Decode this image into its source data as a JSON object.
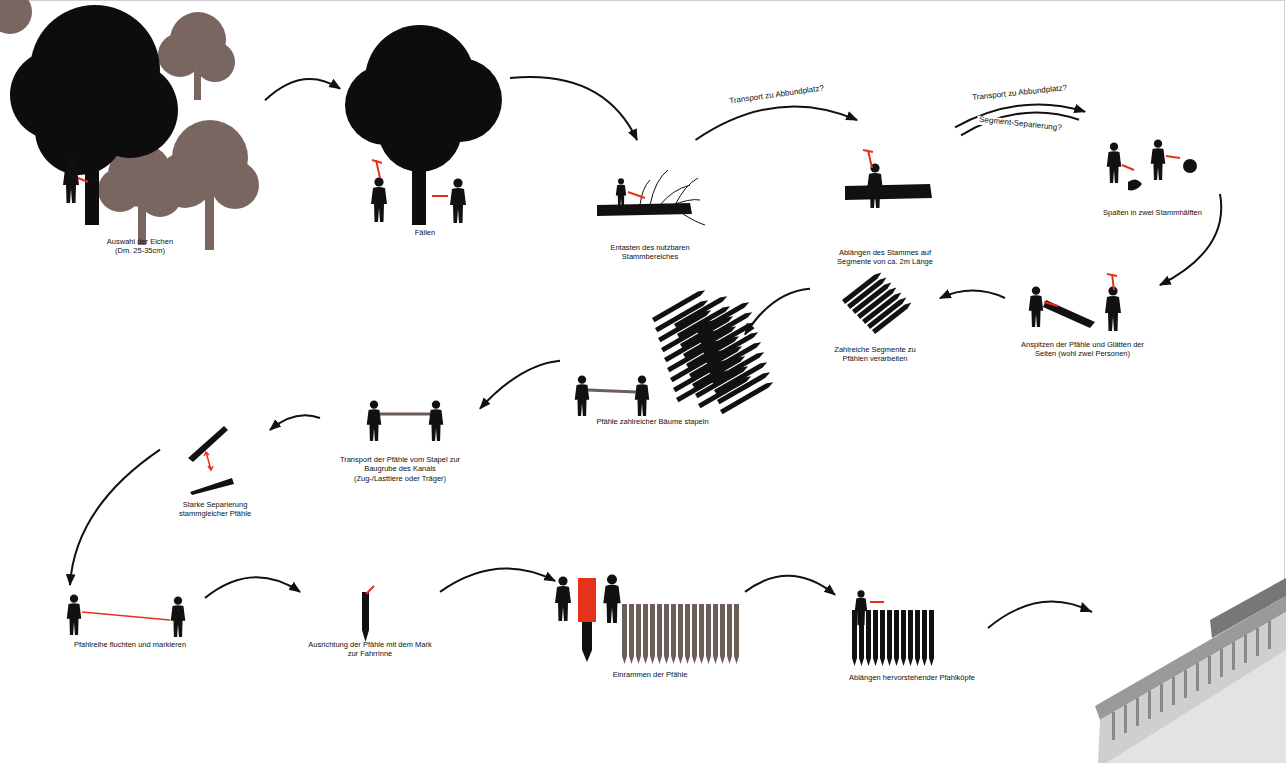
{
  "diagram": {
    "nodes": [
      {
        "text": [
          "Auswahl der Eichen (Dm. 25-35cm)"
        ]
      },
      {
        "text": [
          "Fällen"
        ]
      },
      {
        "text": [
          "Entasten des nutzbaren Stammbereiches"
        ]
      },
      {
        "text": [
          "Ablängen des Stammes auf Segmente von ca. 2m Länge"
        ]
      },
      {
        "text": [
          "Spalten in zwei Stammhälften"
        ]
      },
      {
        "text": [
          "Anspitzen der Pfähle und Glätten der Seiten (wohl zwei Personen)"
        ]
      },
      {
        "text": [
          "Zahlreiche Segmente zu Pfählen verarbeiten"
        ]
      },
      {
        "text": [
          "Pfähle zahlreicher Bäume stapeln"
        ]
      },
      {
        "text": [
          "Transport der Pfähle vom Stapel zur Baugrube des Kanals (Zug-/Lasttiere oder Träger)"
        ]
      },
      {
        "text": [
          "Starke Separierung stammgleicher Pfähle"
        ]
      },
      {
        "text": [
          "Pfahlreihe fluchten und markieren"
        ]
      },
      {
        "text": [
          "Ausrichtung der Pfähle mit dem Mark zur Fahrrinne"
        ]
      },
      {
        "text": [
          "Einrammen der Pfähle"
        ]
      },
      {
        "text": [
          "Ablängen hervorstehender Pfahlköpfe"
        ]
      }
    ],
    "edges": [
      {
        "from": 0,
        "to": 1,
        "arrow": "to"
      },
      {
        "from": 1,
        "to": 2,
        "arrow": "to"
      },
      {
        "from": 2,
        "to": 3,
        "arrow": "to",
        "label": "Transport zu Abbundplatz?"
      },
      {
        "from": 3,
        "to": 4,
        "arrow": "to",
        "label": "Transport zu Abbundplatz?"
      },
      {
        "from": 4,
        "to": 5,
        "arrow": "to"
      },
      {
        "from": 5,
        "to": 6,
        "arrow": "to"
      },
      {
        "from": 6,
        "to": 7,
        "arrow": "to"
      },
      {
        "from": 7,
        "to": 8,
        "arrow": "to"
      },
      {
        "from": 8,
        "to": 9,
        "arrow": "to"
      },
      {
        "from": 9,
        "to": 10,
        "arrow": "to"
      },
      {
        "from": 10,
        "to": 11,
        "arrow": "to"
      },
      {
        "from": 11,
        "to": 12,
        "arrow": "to"
      },
      {
        "from": 12,
        "to": 13,
        "arrow": "to"
      }
    ],
    "labels": [
      "Segment-Separierung?"
    ]
  }
}
